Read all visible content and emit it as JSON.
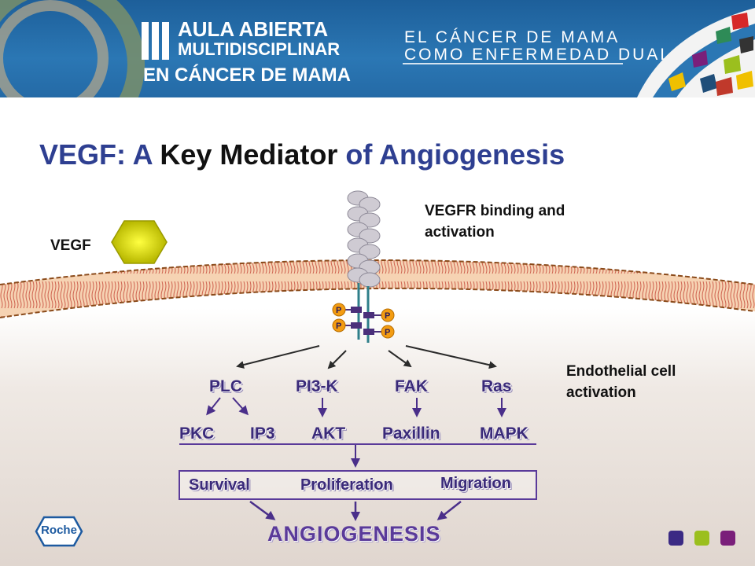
{
  "banner": {
    "event_line1": "AULA ABIERTA",
    "event_line2": "MULTIDISCIPLINAR",
    "event_line3": "EN CÁNCER DE MAMA",
    "subtitle_line1": "EL CÁNCER DE MAMA",
    "subtitle_line2": "COMO ENFERMEDAD DUAL"
  },
  "title": {
    "part1": "VEGF: A ",
    "part2": "Key Mediator",
    "part3": " of Angiogenesis"
  },
  "labels": {
    "vegf": "VEGF",
    "vegfr_line1": "VEGFR binding and",
    "vegfr_line2": "activation",
    "endo_line1": "Endothelial cell",
    "endo_line2": "activation",
    "phospho": "P"
  },
  "pathway": {
    "upstream": [
      "PLC",
      "PI3-K",
      "FAK",
      "Ras"
    ],
    "downstream": [
      "PKC",
      "IP3",
      "AKT",
      "Paxillin",
      "MAPK"
    ],
    "outcomes": [
      "Survival",
      "Proliferation",
      "Migration"
    ],
    "result": "ANGIOGENESIS"
  },
  "logo": {
    "text": "Roche"
  },
  "colors": {
    "title_blue": "#2e3f91",
    "node_purple": "#3a2a7a",
    "vegf_yellow": "#e8e800",
    "membrane": "#f2c9a8",
    "membrane_line": "#c0392b",
    "receptor": "#c8c4cc",
    "phospho_orange": "#f39c12",
    "square1": "#3b2a84",
    "square2": "#9bbf1e",
    "square3": "#7a1f7a"
  }
}
